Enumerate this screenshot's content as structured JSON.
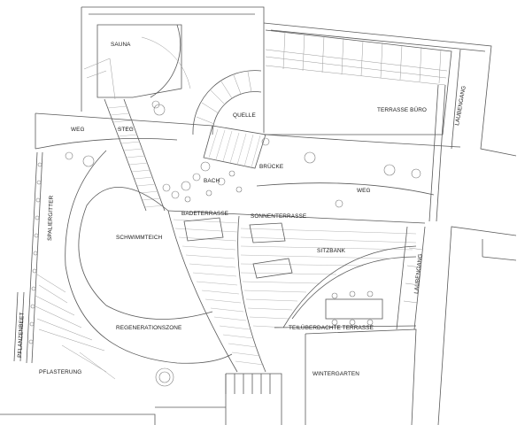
{
  "labels": {
    "sauna": "SAUNA",
    "terrasse_buero": "TERRASSE BÜRO",
    "laubengang_top": "LAUBENGANG",
    "quelle": "QUELLE",
    "weg_left": "WEG",
    "steg": "STEG",
    "bruecke": "BRÜCKE",
    "bach": "BACH",
    "weg_right": "WEG",
    "spaliergitter": "SPALIERGITTER",
    "badeterrasse": "BADETERRASSE",
    "sonnenterrasse": "SONNENTERRASSE",
    "schwimmteich": "SCHWIMMTEICH",
    "sitzbank": "SITZBANK",
    "laubengang_bottom": "LAUBENGANG",
    "pflanzenbeet": "PFLANZENBEET",
    "regenerationszone": "REGENERATIONSZONE",
    "teilueberdachte_terrasse": "TEILÜBERDACHTE TERRASSE",
    "pflasterung": "PFLASTERUNG",
    "wintergarten": "WINTERGARTEN"
  }
}
